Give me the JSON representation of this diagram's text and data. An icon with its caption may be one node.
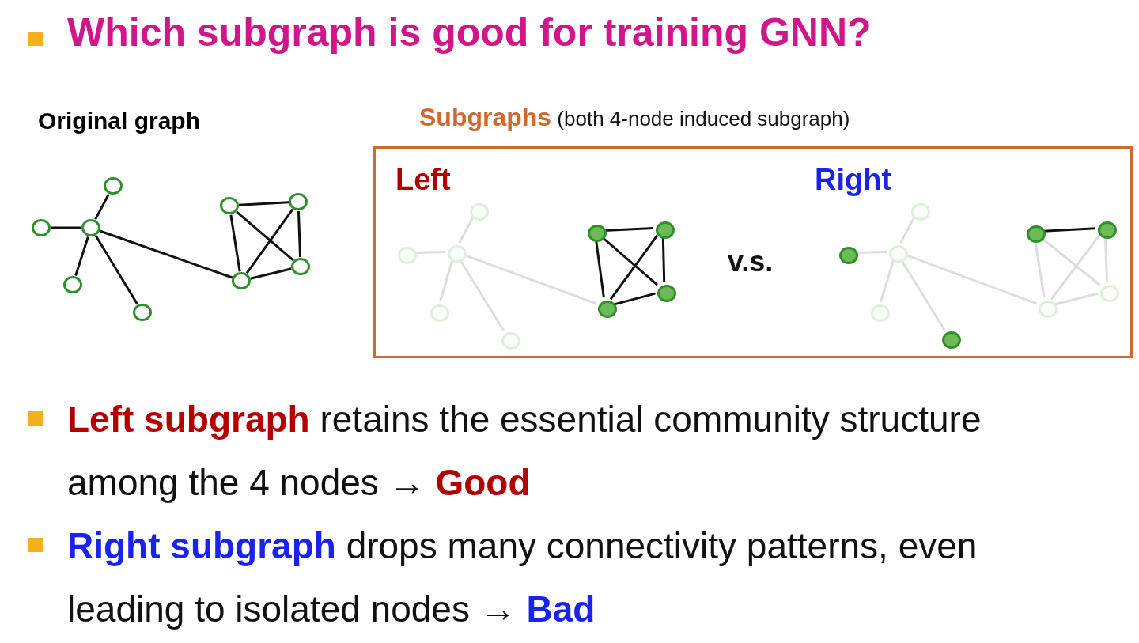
{
  "diagram": {
    "title": "Which subgraph is good for training GNN?",
    "nodes": [
      {
        "text": [],
        "shape": "circle"
      },
      {
        "text": [],
        "shape": "circle"
      },
      {
        "text": [],
        "shape": "circle"
      },
      {
        "text": [],
        "shape": "circle"
      },
      {
        "text": [],
        "shape": "circle"
      },
      {
        "text": [],
        "shape": "circle"
      },
      {
        "text": [],
        "shape": "circle"
      },
      {
        "text": [],
        "shape": "circle"
      },
      {
        "text": [],
        "shape": "circle"
      },
      {
        "text": [
          "**Subgraphs** (both 4-node induced subgraph)",
          "Left",
          "Right",
          "v.s."
        ]
      },
      {
        "text": [],
        "shape": "circle",
        "in": 9
      },
      {
        "text": [],
        "shape": "circle",
        "in": 9
      },
      {
        "text": [],
        "shape": "circle",
        "in": 9
      },
      {
        "text": [],
        "shape": "circle",
        "in": 9
      },
      {
        "text": [],
        "shape": "circle",
        "in": 9
      },
      {
        "text": [],
        "shape": "circle",
        "in": 9
      },
      {
        "text": [],
        "shape": "circle",
        "in": 9
      },
      {
        "text": [],
        "shape": "circle",
        "in": 9
      },
      {
        "text": [],
        "shape": "circle",
        "in": 9
      },
      {
        "text": [],
        "shape": "circle",
        "in": 9
      },
      {
        "text": [],
        "shape": "circle",
        "in": 9
      },
      {
        "text": [],
        "shape": "circle",
        "in": 9
      },
      {
        "text": [],
        "shape": "circle",
        "in": 9
      },
      {
        "text": [],
        "shape": "circle",
        "in": 9
      },
      {
        "text": [],
        "shape": "circle",
        "in": 9
      },
      {
        "text": [],
        "shape": "circle",
        "in": 9
      },
      {
        "text": [],
        "shape": "circle",
        "in": 9
      },
      {
        "text": [],
        "shape": "circle",
        "in": 9
      }
    ],
    "edges": [
      {
        "from": 0,
        "to": 2,
        "arrow": "none"
      },
      {
        "from": 2,
        "to": 3,
        "arrow": "none"
      },
      {
        "from": 2,
        "to": 1,
        "arrow": "none"
      },
      {
        "from": 2,
        "to": 4,
        "arrow": "none"
      },
      {
        "from": 2,
        "to": 6,
        "arrow": "none"
      },
      {
        "from": 5,
        "to": 7,
        "arrow": "none"
      },
      {
        "from": 5,
        "to": 6,
        "arrow": "none"
      },
      {
        "from": 5,
        "to": 8,
        "arrow": "none"
      },
      {
        "from": 7,
        "to": 6,
        "arrow": "none"
      },
      {
        "from": 7,
        "to": 8,
        "arrow": "none"
      },
      {
        "from": 6,
        "to": 8,
        "arrow": "none"
      },
      {
        "from": 10,
        "to": 12,
        "arrow": "none",
        "color": "#dddddd"
      },
      {
        "from": 12,
        "to": 13,
        "arrow": "none",
        "color": "#dddddd"
      },
      {
        "from": 12,
        "to": 11,
        "arrow": "none",
        "color": "#dddddd"
      },
      {
        "from": 12,
        "to": 14,
        "arrow": "none",
        "color": "#dddddd"
      },
      {
        "from": 12,
        "to": 16,
        "arrow": "none",
        "color": "#dddddd"
      },
      {
        "from": 15,
        "to": 17,
        "arrow": "none"
      },
      {
        "from": 15,
        "to": 16,
        "arrow": "none"
      },
      {
        "from": 15,
        "to": 18,
        "arrow": "none"
      },
      {
        "from": 17,
        "to": 16,
        "arrow": "none"
      },
      {
        "from": 17,
        "to": 18,
        "arrow": "none"
      },
      {
        "from": 16,
        "to": 18,
        "arrow": "none"
      },
      {
        "from": 19,
        "to": 21,
        "arrow": "none",
        "color": "#dddddd"
      },
      {
        "from": 21,
        "to": 22,
        "arrow": "none",
        "color": "#dddddd"
      },
      {
        "from": 21,
        "to": 20,
        "arrow": "none",
        "color": "#dddddd"
      },
      {
        "from": 21,
        "to": 23,
        "arrow": "none",
        "color": "#dddddd"
      },
      {
        "from": 21,
        "to": 25,
        "arrow": "none",
        "color": "#dddddd"
      },
      {
        "from": 24,
        "to": 26,
        "arrow": "none"
      },
      {
        "from": 24,
        "to": 25,
        "arrow": "none",
        "color": "#dddddd"
      },
      {
        "from": 24,
        "to": 27,
        "arrow": "none",
        "color": "#dddddd"
      },
      {
        "from": 26,
        "to": 25,
        "arrow": "none",
        "color": "#dddddd"
      },
      {
        "from": 26,
        "to": 27,
        "arrow": "none",
        "color": "#dddddd"
      },
      {
        "from": 25,
        "to": 27,
        "arrow": "none",
        "color": "#dddddd"
      }
    ],
    "labels": [
      "Original graph",
      "**Left subgraph** retains the essential community structure among the 4 nodes → **Good**",
      "**Right subgraph** drops many connectivity patterns, even leading to isolated nodes → **Bad**"
    ]
  }
}
